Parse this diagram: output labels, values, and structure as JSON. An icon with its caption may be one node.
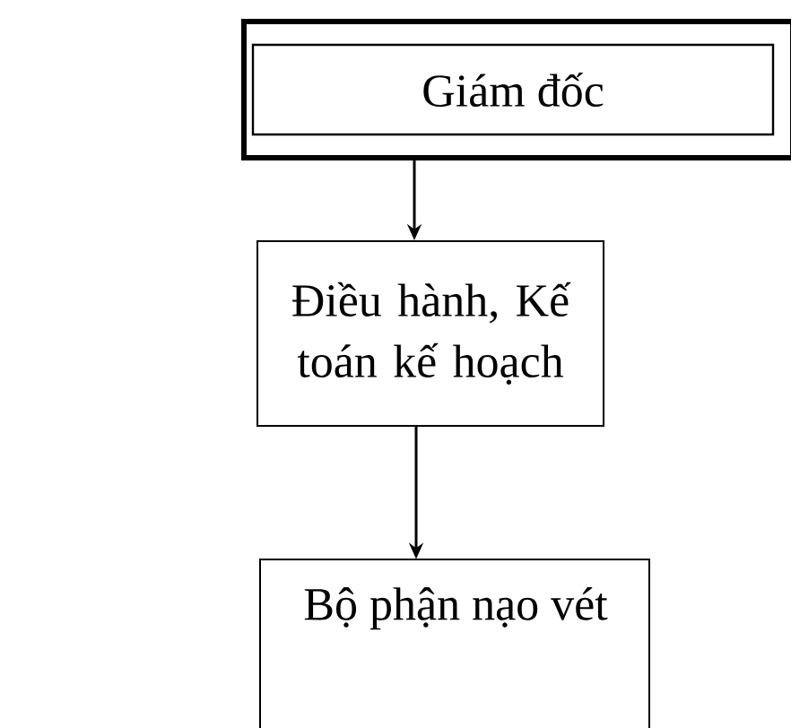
{
  "diagram": {
    "nodes": [
      {
        "text": [
          "Giám đốc"
        ]
      },
      {
        "text": [
          "Điều hành, Kế toán kế hoạch"
        ]
      },
      {
        "text": [
          "Bộ phận nạo vét"
        ]
      }
    ],
    "edges": [
      {
        "from": 0,
        "to": 1,
        "arrow": "to"
      },
      {
        "from": 1,
        "to": 2,
        "arrow": "to"
      }
    ]
  }
}
